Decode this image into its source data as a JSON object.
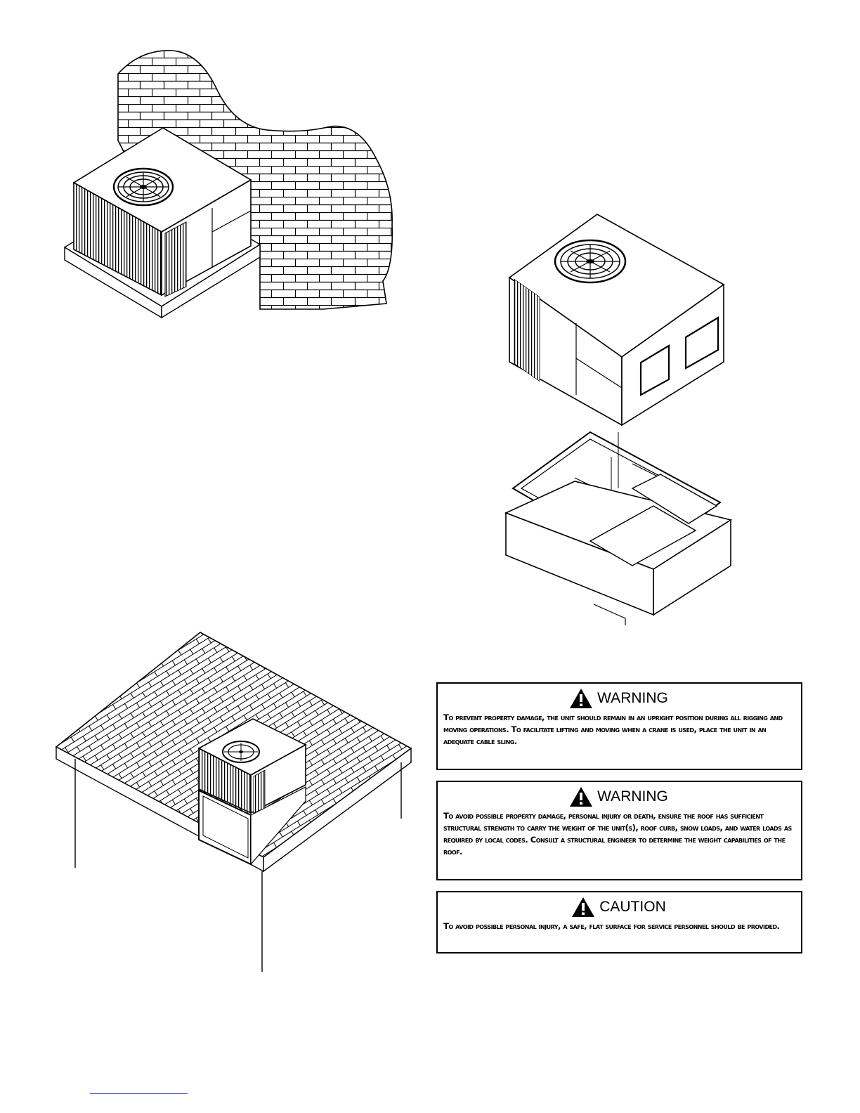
{
  "warnings": [
    {
      "heading": "WARNING",
      "text": "To prevent property damage, the unit should remain in an upright position during all rigging and moving operations. To facilitate lifting and moving when a crane is used, place the unit in an adequate cable sling."
    },
    {
      "heading": "WARNING",
      "text": "To avoid possible property damage, personal injury or death, ensure the roof has sufficient structural strength to carry the weight of the unit(s), roof curb, snow loads, and water loads as required by local codes. Consult a structural engineer to determine the weight capabilities of the roof."
    },
    {
      "heading": "CAUTION",
      "text": "To avoid possible personal injury, a safe, flat surface for service personnel should be provided."
    }
  ],
  "icons": {
    "alert": "exclamation-triangle-icon"
  }
}
